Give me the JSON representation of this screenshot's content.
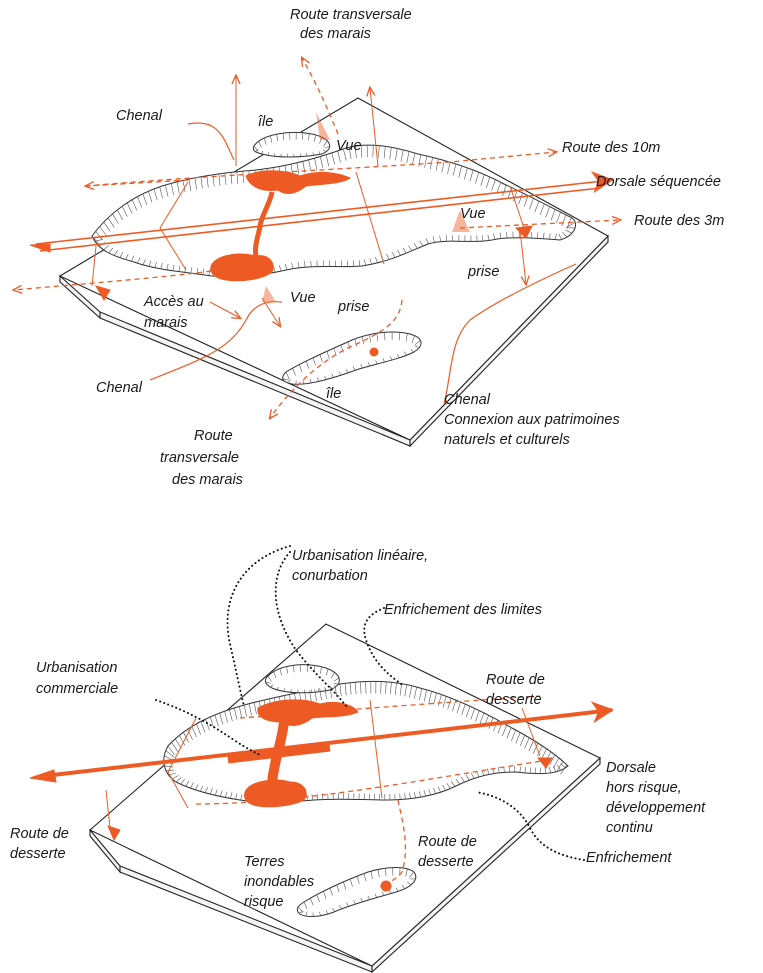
{
  "colors": {
    "accent": "#ee5a24",
    "ink": "#1a1a1a"
  },
  "top_diagram": {
    "labels": {
      "route_transversale_top": [
        "Route transversale",
        "des marais"
      ],
      "chenal_left": "Chenal",
      "ile_top": "île",
      "vue_center": "Vue",
      "route_10m": "Route des 10m",
      "dorsale_sequencee": "Dorsale séquencée",
      "vue_right": "Vue",
      "route_3m": "Route des 3m",
      "prise_right": "prise",
      "acces_marais": [
        "Accès au",
        "marais"
      ],
      "vue_bottom": "Vue",
      "prise_center": "prise",
      "chenal_bottom": "Chenal",
      "ile_bottom": "île",
      "chenal_right": [
        "Chenal",
        "Connexion aux patrimoines",
        "naturels et culturels"
      ],
      "route_transversale_bottom": [
        "Route",
        "transversale",
        "des marais"
      ]
    }
  },
  "bottom_diagram": {
    "labels": {
      "urbanisation_lineaire": [
        "Urbanisation linéaire,",
        "conurbation"
      ],
      "enfrichement_limites": "Enfrichement des limites",
      "urbanisation_commerciale": [
        "Urbanisation",
        "commerciale"
      ],
      "route_desserte_top": [
        "Route de",
        "desserte"
      ],
      "dorsale_hors_risque": [
        "Dorsale",
        "hors risque,",
        "développement",
        "continu"
      ],
      "route_desserte_left": [
        "Route de",
        "desserte"
      ],
      "route_desserte_center": [
        "Route de",
        "desserte"
      ],
      "terres_inondables": [
        "Terres",
        "inondables",
        "risque"
      ],
      "enfrichement": "Enfrichement"
    }
  }
}
